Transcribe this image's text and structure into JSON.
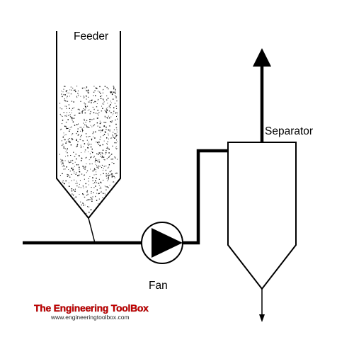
{
  "labels": {
    "feeder": "Feeder",
    "separator": "Separator",
    "fan": "Fan"
  },
  "watermark": {
    "brand": "The Engineering ToolBox",
    "url": "www.engineeringtoolbox.com"
  },
  "colors": {
    "line": "#000000",
    "brand": "#cc0000",
    "background": "#ffffff"
  }
}
